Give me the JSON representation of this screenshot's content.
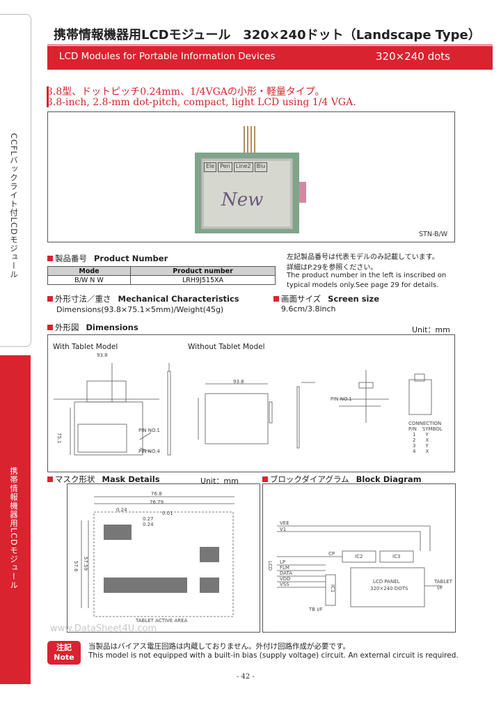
{
  "side_tabs": {
    "top": "CCFLバックライト付LCDモジュール",
    "active": "携帯情報機器用LCDモジュール"
  },
  "header": {
    "title": "携帯情報機器用LCDモジュール　320×240ドット（Landscape Type）",
    "subtitle_left": "LCD Modules for Portable Information Devices",
    "subtitle_right": "320×240 dots"
  },
  "lead": {
    "jp": "3.8型、ドットピッチ0.24mm、1/4VGAの小形・軽量タイプ。",
    "en": "3.8-inch, 2.8-mm dot-pitch, compact, light LCD using 1/4 VGA."
  },
  "photo": {
    "caption": "STN-B/W",
    "screen_tabs": [
      "Ele",
      "Pen",
      "Line2",
      "Blu"
    ],
    "screen_writing": "New"
  },
  "product_number": {
    "heading_jp": "製品番号",
    "heading_en": "Product Number",
    "columns": [
      "Mode",
      "Product number"
    ],
    "rows": [
      [
        "B/W N W",
        "LRH9J515XA"
      ]
    ]
  },
  "note_right": {
    "jp_1": "左記製品番号は代表モデルのみ記載しています。",
    "jp_2": "詳細はP.29を参照ください。",
    "en_1": "The product number in the left is inscribed on",
    "en_2": "typical models only.See page 29 for details."
  },
  "mechanical": {
    "heading_jp": "外形寸法／重さ",
    "heading_en": "Mechanical Characteristics",
    "value": "Dimensions(93.8×75.1×5mm)/Weight(45g)"
  },
  "screen_size": {
    "heading_jp": "画面サイズ",
    "heading_en": "Screen size",
    "value": "9.6cm/3.8inch"
  },
  "dimensions": {
    "heading_jp": "外形図",
    "heading_en": "Dimensions",
    "unit": "Unit：mm",
    "with_tablet": "With Tablet Model",
    "without_tablet": "Without Tablet Model",
    "labels": {
      "a": "93.8",
      "b": "75.1",
      "c": "PIN NO.1",
      "d": "PIN NO.4",
      "connection_title": "CONNECTION",
      "connection_cols": [
        "P/N",
        "SYMBOL"
      ],
      "connection_rows": [
        [
          "1",
          "Y"
        ],
        [
          "2",
          "X"
        ],
        [
          "3",
          "Y"
        ],
        [
          "4",
          "X"
        ]
      ]
    }
  },
  "mask": {
    "heading_jp": "マスク形状",
    "heading_en": "Mask Details",
    "unit": "Unit：mm",
    "labels": {
      "w1": "76.8",
      "w2": "76.79",
      "p1": "0.24",
      "p2": "0.01",
      "h1": "0.27",
      "h2": "0.24",
      "v1": "57.6",
      "v2": "57.59",
      "footer": "TABLET ACTIVE AREA"
    }
  },
  "block": {
    "heading_jp": "ブロックダイアグラム",
    "heading_en": "Block Diagram",
    "inputs": [
      "VEE",
      "V1",
      "CP",
      "LP",
      "FLM",
      "DATA",
      "VDD",
      "VSS"
    ],
    "side_label": "LCD",
    "ic_labels": [
      "IC2",
      "IC3",
      "IC1"
    ],
    "panel_label_1": "LCD PANEL",
    "panel_label_2": "320×240 DOTS",
    "tablet_label_1": "TABLET",
    "tablet_label_2": "I/F",
    "bottom_label": "TB I/F"
  },
  "note": {
    "badge_1": "注記",
    "badge_2": "Note",
    "jp": "当製品はバイアス電圧回路は内蔵しておりません。外付け回路作成が必要です。",
    "en": "This model is not equipped with a built-in bias (supply voltage) circuit. An external circuit is required."
  },
  "page_number": "- 42 -",
  "watermark": "www.DataSheet4U.com"
}
